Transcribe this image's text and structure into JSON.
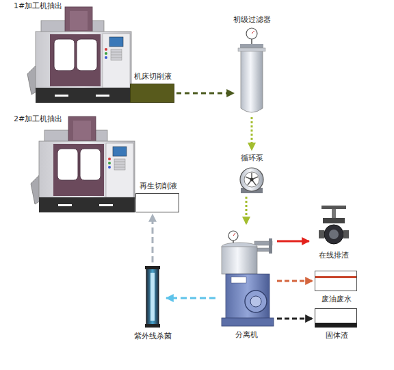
{
  "diagram": {
    "nodes": [
      {
        "text": [
          "1#加工机抽出"
        ]
      },
      {
        "text": [
          "机床切削液"
        ]
      },
      {
        "text": [
          "初级过滤器"
        ]
      },
      {
        "text": [
          "2#加工机抽出"
        ]
      },
      {
        "text": [
          "再生切削液"
        ]
      },
      {
        "text": [
          "循环泵"
        ]
      },
      {
        "text": [
          "在线排渣"
        ]
      },
      {
        "text": [
          "废油废水"
        ]
      },
      {
        "text": [
          "分离机"
        ]
      },
      {
        "text": [
          "固体渣"
        ]
      },
      {
        "text": [
          "紫外线杀菌"
        ]
      }
    ],
    "edges": [
      {
        "from": 1,
        "to": 2,
        "arrow": "to"
      },
      {
        "from": 2,
        "to": 5,
        "arrow": "to"
      },
      {
        "from": 5,
        "to": 8,
        "arrow": "to"
      },
      {
        "from": 8,
        "to": 6,
        "arrow": "to"
      },
      {
        "from": 8,
        "to": 7,
        "arrow": "to"
      },
      {
        "from": 8,
        "to": 9,
        "arrow": "to"
      },
      {
        "from": 8,
        "to": 10,
        "arrow": "to"
      },
      {
        "from": 10,
        "to": 4,
        "arrow": "to"
      }
    ]
  }
}
